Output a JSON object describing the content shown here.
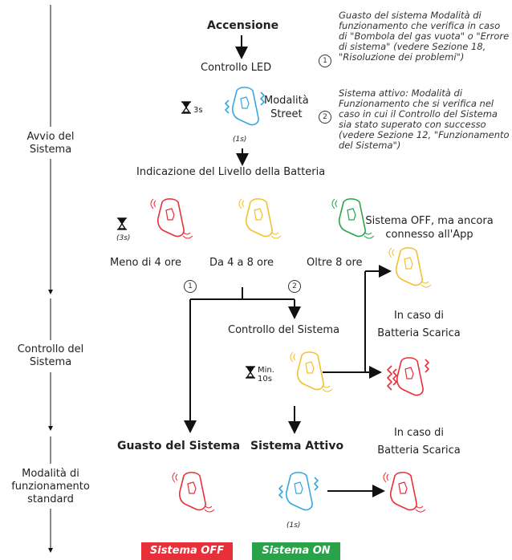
{
  "colors": {
    "red": "#e8303a",
    "yellow": "#f2c12e",
    "green": "#2aa24a",
    "blue": "#35a8e0",
    "line": "#111111"
  },
  "left_column": {
    "phase1": "Avvio del\nSistema",
    "phase2": "Controllo del\nSistema",
    "phase3": "Modalità di\nfunzionamento\nstandard"
  },
  "startup": {
    "title": "Accensione",
    "led_check": "Controllo LED",
    "timer_3s": "3s",
    "street_mode": "Modalità\nStreet",
    "duration_1s": "(1s)",
    "battery_indication": "Indicazione del Livello della Batteria"
  },
  "battery_levels": {
    "timer_3s": "(3s)",
    "less_4": "Meno di 4 ore",
    "from_4_8": "Da 4 a 8 ore",
    "over_8": "Oltre 8 ore"
  },
  "system_off_app": "Sistema OFF, ma ancora\nconnesso all'App",
  "notes": {
    "n1_number": "1",
    "n1_text": "Guasto del sistema Modalità di funzionamento che verifica in caso di \"Bombola del gas vuota\" o \"Errore di sistema\" (vedere Sezione 18, \"Risoluzione dei problemi\")",
    "n2_number": "2",
    "n2_text": "Sistema attivo: Modalità di Funzionamento che si verifica nel caso in cui il Controllo del Sistema sia stato superato con successo (vedere Sezione 12, \"Funzionamento del Sistema\")"
  },
  "branch_markers": {
    "one": "1",
    "two": "2"
  },
  "system_check": {
    "title": "Controllo del Sistema",
    "timer_min": "Min.\n10s"
  },
  "low_battery_1": "In caso di\nBatteria Scarica",
  "low_battery_2": "In caso di\nBatteria Scarica",
  "outcomes": {
    "fault": "Guasto del Sistema",
    "active": "Sistema Attivo",
    "duration_1s": "(1s)",
    "system_off": "Sistema OFF",
    "system_on": "Sistema ON"
  }
}
